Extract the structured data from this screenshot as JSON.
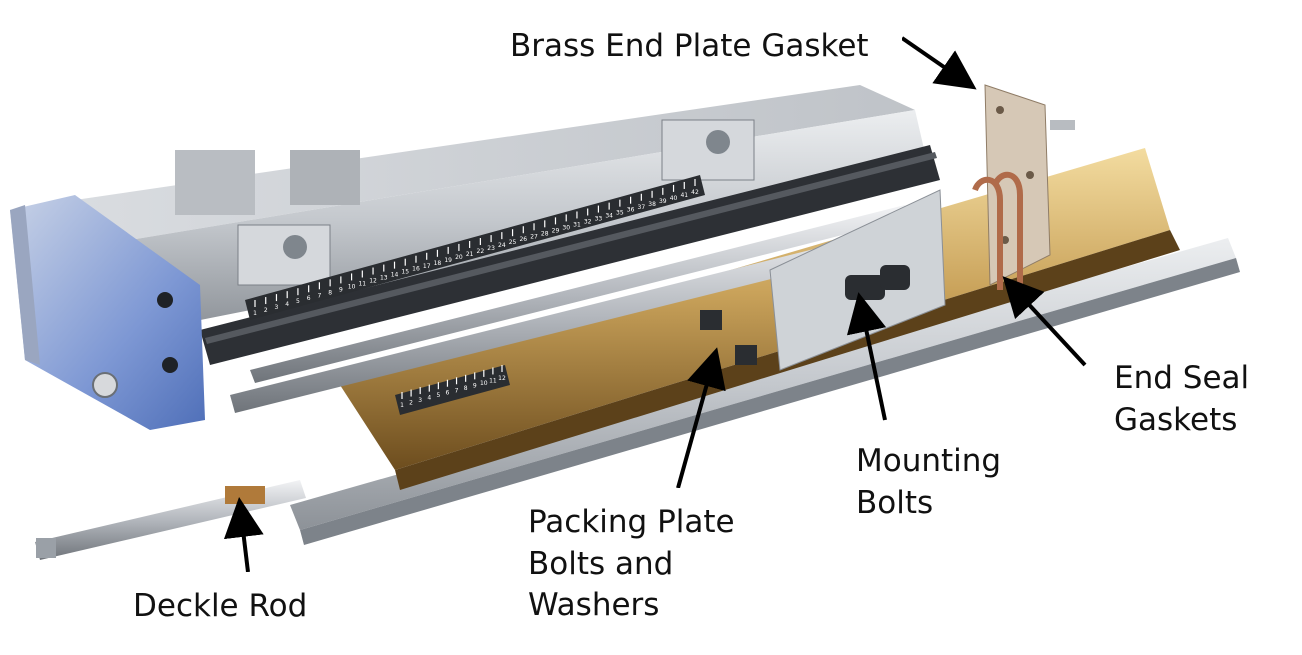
{
  "labels": {
    "brass_end_plate_gasket": "Brass End Plate Gasket",
    "end_seal_gaskets": [
      "End Seal",
      "Gaskets"
    ],
    "mounting_bolts": [
      "Mounting",
      "Bolts"
    ],
    "packing_plate_bolts": [
      "Packing Plate",
      "Bolts and",
      "Washers"
    ],
    "deckle_rod": "Deckle Rod"
  },
  "ruler_upper": [
    "1",
    "2",
    "3",
    "4",
    "5",
    "6",
    "7",
    "8",
    "9",
    "10",
    "11",
    "12",
    "13",
    "14",
    "15",
    "16",
    "17",
    "18",
    "19",
    "20",
    "21",
    "22",
    "23",
    "24",
    "25",
    "26",
    "27",
    "28",
    "29",
    "30",
    "31",
    "32",
    "33",
    "34",
    "35",
    "36",
    "37",
    "38",
    "39",
    "40",
    "41",
    "42"
  ],
  "ruler_lower": [
    "1",
    "2",
    "3",
    "4",
    "5",
    "6",
    "7",
    "8",
    "9",
    "10",
    "11",
    "12"
  ],
  "colors": {
    "steel": "#c9cdd2",
    "steel_dark": "#8e939a",
    "brass": "#c9a25a",
    "copper": "#b77a5a",
    "end_cap_blue": "#6f8fd0",
    "arrow": "#000000"
  }
}
